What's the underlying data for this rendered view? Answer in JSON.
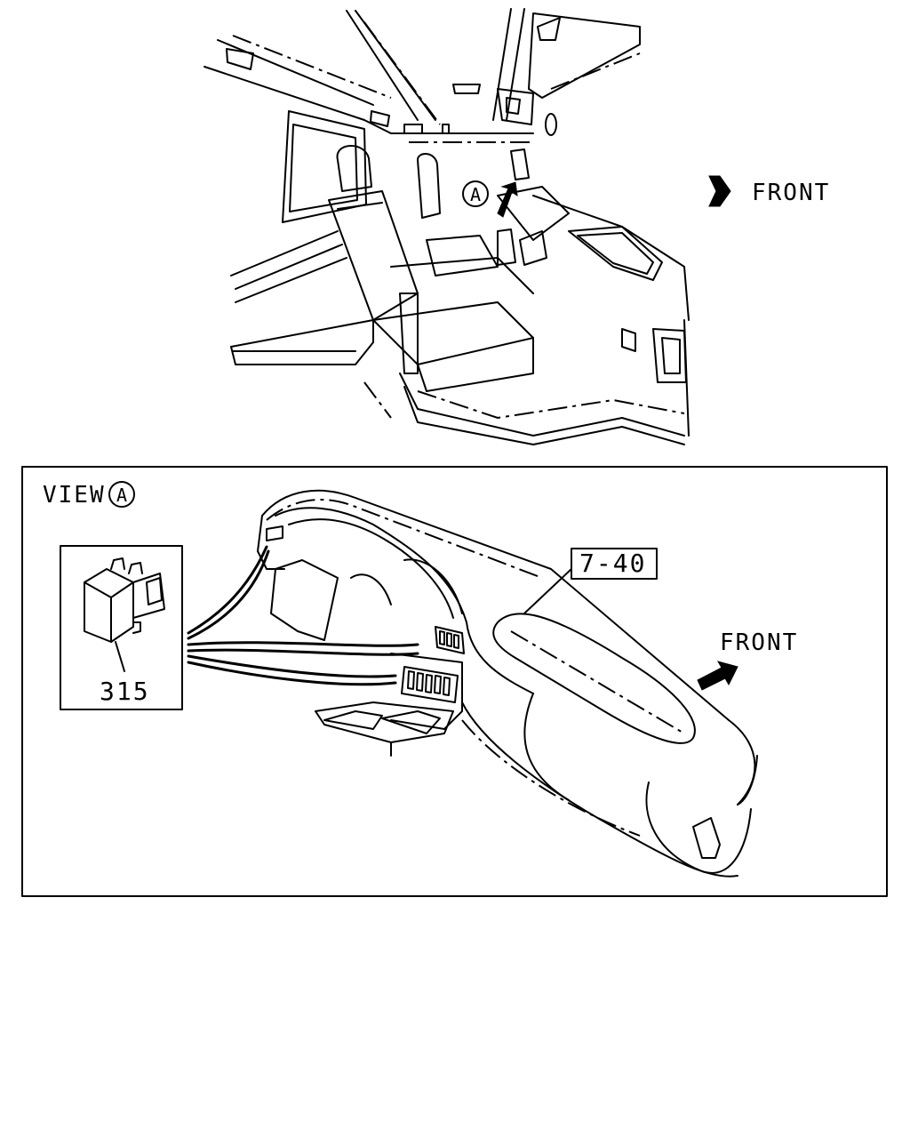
{
  "top_view": {
    "circle_label": "A",
    "front_label": "FRONT"
  },
  "view_panel": {
    "view_word": "VIEW",
    "view_circle_label": "A",
    "ref_label": "7-40",
    "part_number": "315",
    "front_label": "FRONT"
  },
  "icons": {
    "front_arrow_top": "arrow-right-icon",
    "front_arrow_view": "arrow-up-right-icon",
    "switch_part": "relay-switch-icon"
  }
}
